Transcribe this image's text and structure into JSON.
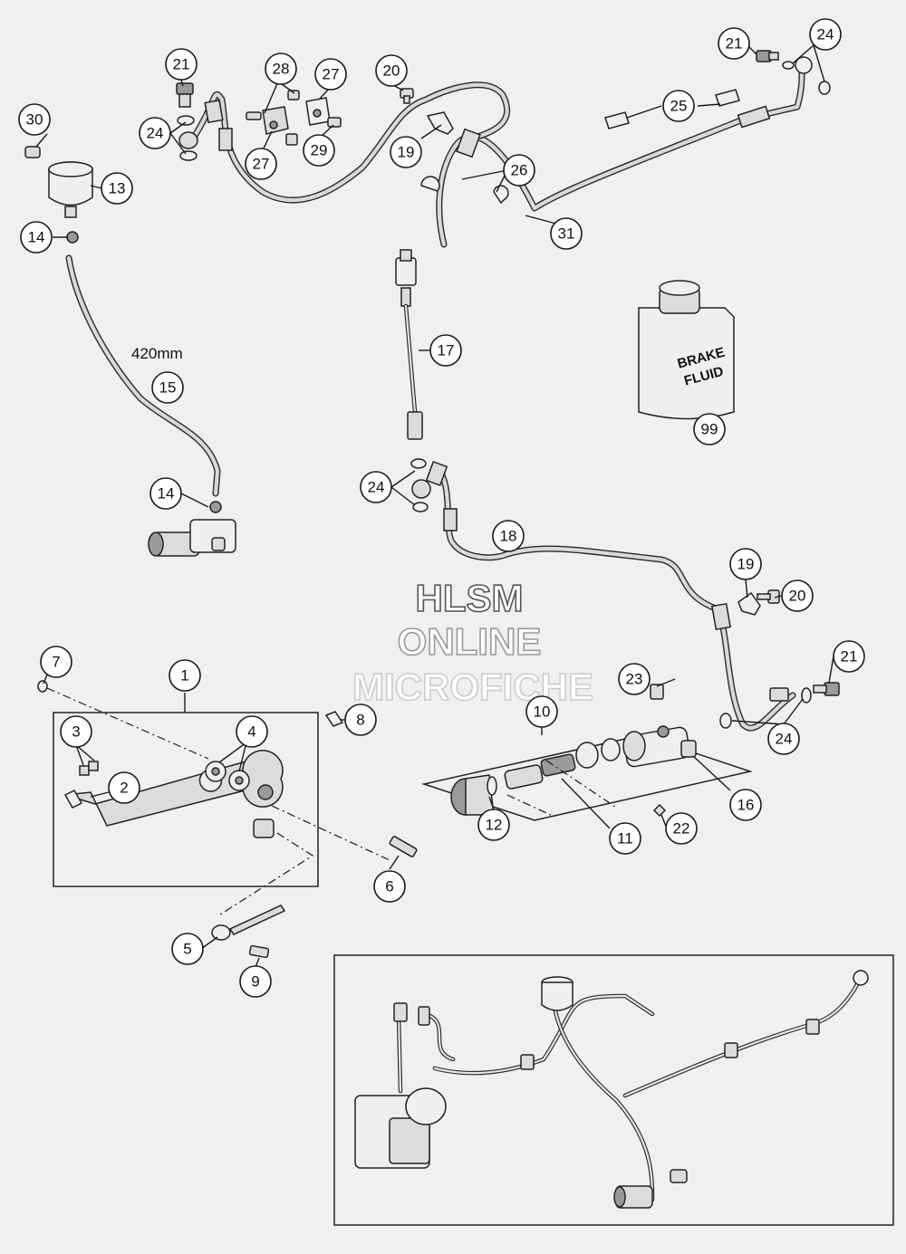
{
  "dimension_label": "420mm",
  "brake_fluid_label": [
    "BRAKE",
    "FLUID"
  ],
  "watermark": [
    "HLSM",
    "ONLINE",
    "MICROFICHE"
  ],
  "callouts": {
    "c1": "1",
    "c2": "2",
    "c3": "3",
    "c4": "4",
    "c5": "5",
    "c6": "6",
    "c7": "7",
    "c8": "8",
    "c9": "9",
    "c10": "10",
    "c11": "11",
    "c12": "12",
    "c13": "13",
    "c14a": "14",
    "c14b": "14",
    "c15": "15",
    "c16": "16",
    "c17": "17",
    "c18": "18",
    "c19a": "19",
    "c19b": "19",
    "c20a": "20",
    "c20b": "20",
    "c21a": "21",
    "c21b": "21",
    "c21c": "21",
    "c22": "22",
    "c23": "23",
    "c24a": "24",
    "c24b": "24",
    "c24c": "24",
    "c24d": "24",
    "c25": "25",
    "c26": "26",
    "c27a": "27",
    "c27b": "27",
    "c28": "28",
    "c29": "29",
    "c30": "30",
    "c31": "31",
    "c99": "99"
  }
}
